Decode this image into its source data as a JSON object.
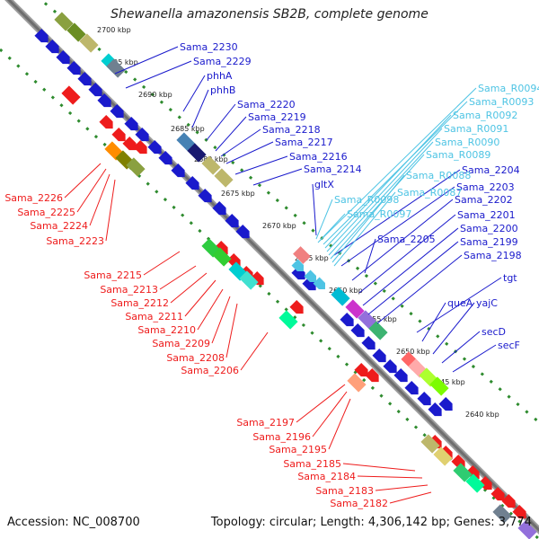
{
  "title": "Shewanella amazonensis SB2B, complete genome",
  "accession": "Accession: NC_008700",
  "topology": "Topology: circular; Length: 4,306,142 bp; Genes: 3,774",
  "colors": {
    "forward": "#1a1acc",
    "reverse": "#ee1c1c",
    "rna": "#4ec4e4",
    "tick": "#2e8b2e",
    "backbone": "#777777"
  },
  "kbp_ticks": [
    "2700 kbp",
    "2695 kbp",
    "2690 kbp",
    "2685 kbp",
    "2680 kbp",
    "2675 kbp",
    "2670 kbp",
    "2665 kbp",
    "2660 kbp",
    "2655 kbp",
    "2650 kbp",
    "2645 kbp",
    "2640 kbp"
  ],
  "labels": {
    "forward": [
      "Sama_2230",
      "Sama_2229",
      "phhA",
      "phhB",
      "Sama_2220",
      "Sama_2219",
      "Sama_2218",
      "Sama_2217",
      "Sama_2216",
      "Sama_2214",
      "gltX",
      "Sama_2204",
      "Sama_2203",
      "Sama_2202",
      "Sama_2201",
      "Sama_2200",
      "Sama_2199",
      "Sama_2198",
      "Sama_2205",
      "tgt",
      "queA",
      "yajC",
      "secD",
      "secF"
    ],
    "rna": [
      "Sama_R0094",
      "Sama_R0093",
      "Sama_R0092",
      "Sama_R0091",
      "Sama_R0090",
      "Sama_R0089",
      "Sama_R0088",
      "Sama_R0087",
      "Sama_R0098",
      "Sama_R0097"
    ],
    "reverse": [
      "Sama_2226",
      "Sama_2225",
      "Sama_2224",
      "Sama_2223",
      "Sama_2215",
      "Sama_2213",
      "Sama_2212",
      "Sama_2211",
      "Sama_2210",
      "Sama_2209",
      "Sama_2208",
      "Sama_2206",
      "Sama_2197",
      "Sama_2196",
      "Sama_2195",
      "Sama_2185",
      "Sama_2184",
      "Sama_2183",
      "Sama_2182"
    ]
  }
}
